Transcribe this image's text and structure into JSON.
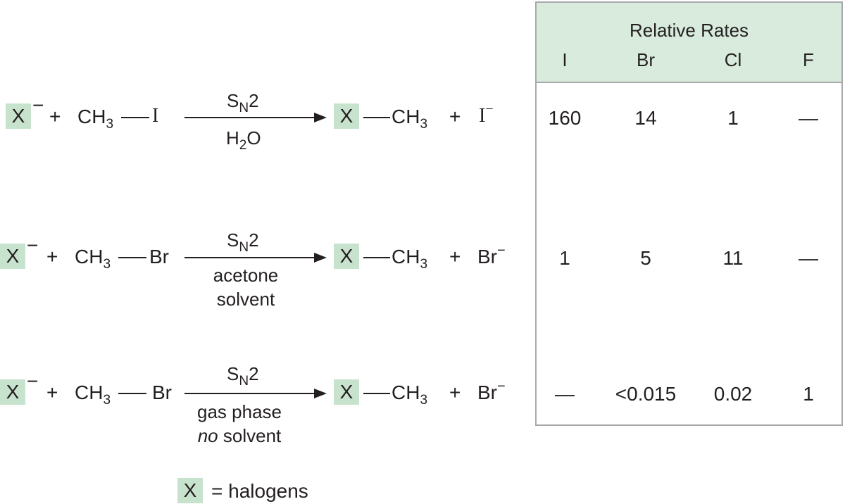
{
  "table": {
    "title": "Relative Rates",
    "columns": [
      "I",
      "Br",
      "Cl",
      "F"
    ],
    "rows": [
      [
        "160",
        "14",
        "1",
        "—"
      ],
      [
        "1",
        "5",
        "11",
        "—"
      ],
      [
        "—",
        "<0.015",
        "0.02",
        "1"
      ]
    ]
  },
  "reactions": [
    {
      "nucleophile": "X",
      "charge": "−",
      "plus": "+",
      "substrate_ch": "CH",
      "substrate_sub": "3",
      "leaving_group": "I",
      "mechanism": "S",
      "mechanism_sub": "N",
      "mechanism_order": "2",
      "condition_1": "H",
      "condition_1_sub": "2",
      "condition_1_tail": "O",
      "condition_2": "",
      "product_x": "X",
      "product_ch": "CH",
      "product_sub": "3",
      "ion": "I",
      "ion_charge": "−"
    },
    {
      "nucleophile": "X",
      "charge": "−",
      "plus": "+",
      "substrate_ch": "CH",
      "substrate_sub": "3",
      "leaving_group": "Br",
      "mechanism": "S",
      "mechanism_sub": "N",
      "mechanism_order": "2",
      "condition_1": "acetone",
      "condition_2": "solvent",
      "product_x": "X",
      "product_ch": "CH",
      "product_sub": "3",
      "ion": "Br",
      "ion_charge": "−"
    },
    {
      "nucleophile": "X",
      "charge": "−",
      "plus": "+",
      "substrate_ch": "CH",
      "substrate_sub": "3",
      "leaving_group": "Br",
      "mechanism": "S",
      "mechanism_sub": "N",
      "mechanism_order": "2",
      "condition_1": "gas phase",
      "condition_2_italic": "no",
      "condition_2": "solvent",
      "product_x": "X",
      "product_ch": "CH",
      "product_sub": "3",
      "ion": "Br",
      "ion_charge": "−"
    }
  ],
  "legend": {
    "symbol": "X",
    "text": "= halogens"
  },
  "colors": {
    "highlight": "#c8e3cd",
    "header_bg": "#d8ebdc",
    "border": "#a7a9ac",
    "text": "#231f20"
  }
}
